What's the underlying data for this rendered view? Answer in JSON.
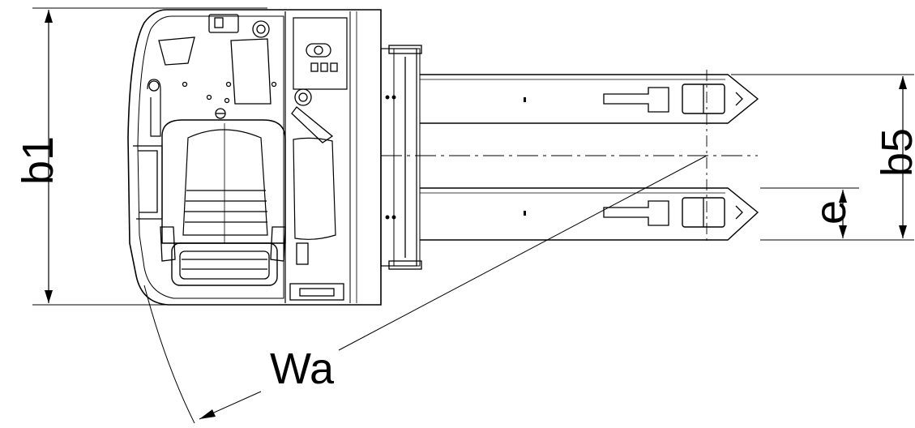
{
  "labels": {
    "b1": "b1",
    "b5": "b5",
    "e": "e",
    "wa": "Wa"
  },
  "colors": {
    "line": "#000000",
    "background": "#ffffff"
  }
}
